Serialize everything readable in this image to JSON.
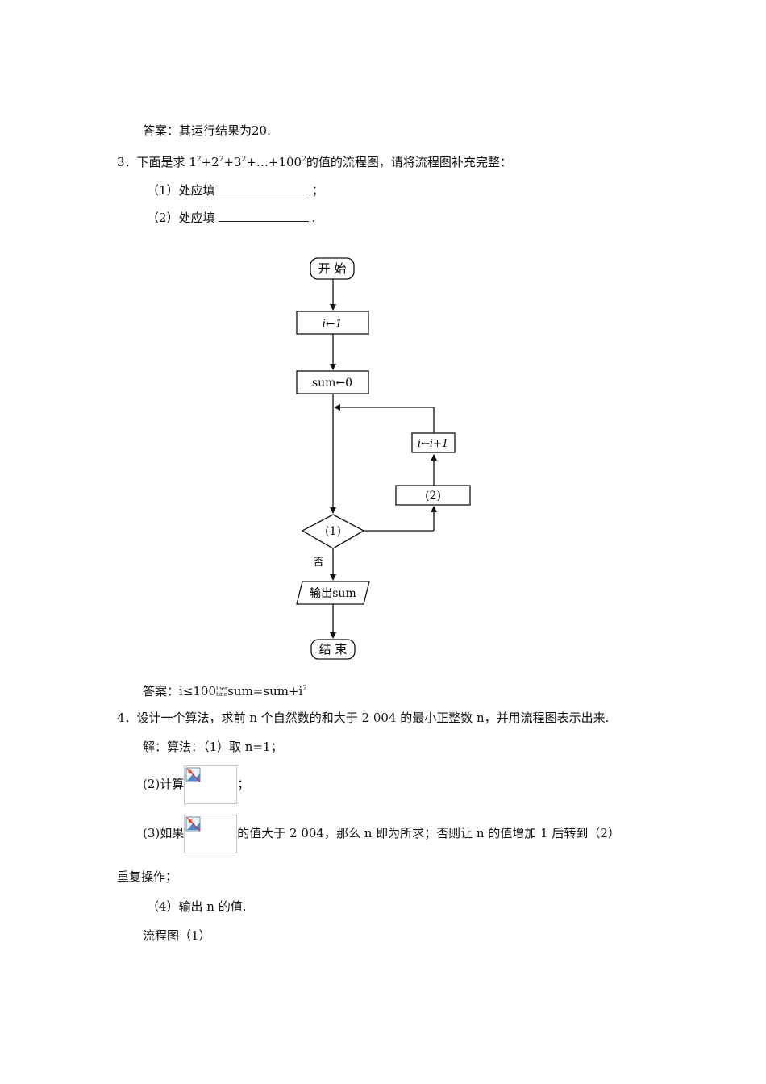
{
  "answer2": "答案：其运行结果为20.",
  "q3": {
    "prefix": "3．下面是求 1",
    "t1": "+2",
    "t2": "+3",
    "t3": "+…+100",
    "suffix": "的值的流程图，请将流程图补充完整：",
    "exp": "2",
    "blank1_label": "（1）处应填",
    "blank1_end": "；",
    "blank2_label": "（2）处应填",
    "blank2_end": "."
  },
  "flowchart": {
    "start": "开 始",
    "init_i": "i←1",
    "init_sum": "sum←0",
    "increment": "i←i+1",
    "box2": "(2)",
    "cond": "(1)",
    "no_label": "否",
    "output": "输出sum",
    "end": "结 束"
  },
  "answer3": {
    "prefix": "答案：i≤100",
    "glyph_top": "lber",
    "glyph_bottom": "tine",
    "suffix": "sum=sum+i",
    "exp": "2"
  },
  "q4": {
    "line1": "4．设计一个算法，求前 n 个自然数的和大于 2 004 的最小正整数 n，并用流程图表示出来.",
    "step1": "解：算法：（1）取 n=1；",
    "step2_prefix": "(2)计算",
    "step2_suffix": "；",
    "step3_prefix": "(3)如果",
    "step3_suffix": "的值大于 2 004，那么 n 即为所求；否则让 n 的值增加 1 后转到（2）",
    "step3_cont": "重复操作；",
    "step4": "（4）输出 n 的值.",
    "flow_label": "流程图（1）"
  }
}
